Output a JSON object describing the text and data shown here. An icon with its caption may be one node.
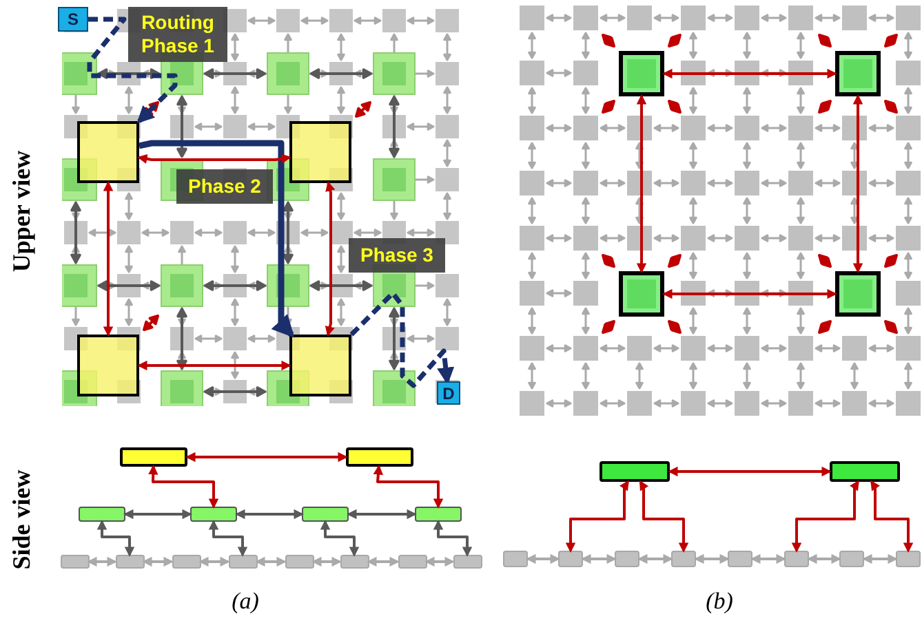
{
  "diagram": {
    "nodes": [
      {
        "text": [
          "S"
        ]
      },
      {
        "text": [
          "Routing Phase 1"
        ]
      },
      {
        "text": [
          "Phase 2"
        ]
      },
      {
        "text": [
          "Phase 3"
        ]
      },
      {
        "text": [
          "D"
        ]
      },
      {
        "text": [],
        "shape": "box"
      },
      {
        "text": [],
        "shape": "box"
      },
      {
        "text": [],
        "shape": "box"
      },
      {
        "text": [],
        "shape": "box"
      },
      {
        "text": [],
        "shape": "box"
      },
      {
        "text": [],
        "shape": "box"
      },
      {
        "text": [],
        "shape": "box"
      },
      {
        "text": [],
        "shape": "box"
      },
      {
        "text": [],
        "shape": "bar"
      },
      {
        "text": [],
        "shape": "bar"
      },
      {
        "text": [],
        "shape": "bar"
      },
      {
        "text": [],
        "shape": "bar"
      },
      {
        "text": [],
        "shape": "bar"
      },
      {
        "text": [],
        "shape": "bar"
      },
      {
        "text": [],
        "shape": "bar"
      },
      {
        "text": [],
        "shape": "bar"
      },
      {
        "text": [],
        "shape": "bar"
      },
      {
        "text": [],
        "shape": "bar"
      },
      {
        "text": [],
        "shape": "bar"
      },
      {
        "text": [],
        "shape": "bar"
      },
      {
        "text": [],
        "shape": "bar"
      },
      {
        "text": [],
        "shape": "bar"
      },
      {
        "text": [],
        "shape": "bar"
      },
      {
        "text": [],
        "shape": "bar"
      },
      {
        "text": [],
        "shape": "bar"
      },
      {
        "text": [],
        "shape": "bar"
      },
      {
        "text": [],
        "shape": "bar"
      },
      {
        "text": [],
        "shape": "bar"
      },
      {
        "text": [],
        "shape": "bar"
      },
      {
        "text": [],
        "shape": "bar"
      },
      {
        "text": [],
        "shape": "bar"
      },
      {
        "text": [],
        "shape": "bar"
      }
    ],
    "edges": [
      {
        "from": 0,
        "to": 5,
        "arrow": "to",
        "style": "dashed",
        "color": "#1a2f6b"
      },
      {
        "from": 5,
        "to": 8,
        "arrow": "to",
        "style": "thick",
        "color": "#1a2f6b"
      },
      {
        "from": 8,
        "to": 4,
        "arrow": "to",
        "style": "dashed",
        "color": "#1a2f6b"
      },
      {
        "from": 5,
        "to": 6,
        "arrow": "both"
      },
      {
        "from": 5,
        "to": 7,
        "arrow": "both"
      },
      {
        "from": 6,
        "to": 8,
        "arrow": "both"
      },
      {
        "from": 7,
        "to": 8,
        "arrow": "both"
      },
      {
        "from": 9,
        "to": 10,
        "arrow": "both"
      },
      {
        "from": 9,
        "to": 11,
        "arrow": "both"
      },
      {
        "from": 10,
        "to": 12,
        "arrow": "both"
      },
      {
        "from": 11,
        "to": 12,
        "arrow": "both"
      },
      {
        "from": 13,
        "to": 14,
        "arrow": "both"
      },
      {
        "from": 13,
        "to": 16,
        "arrow": "both"
      },
      {
        "from": 14,
        "to": 18,
        "arrow": "both"
      },
      {
        "from": 15,
        "to": 16,
        "arrow": "both",
        "color": "#595959"
      },
      {
        "from": 16,
        "to": 17,
        "arrow": "both",
        "color": "#595959"
      },
      {
        "from": 17,
        "to": 18,
        "arrow": "both",
        "color": "#595959"
      },
      {
        "from": 15,
        "to": 20,
        "arrow": "both",
        "color": "#595959"
      },
      {
        "from": 16,
        "to": 22,
        "arrow": "both",
        "color": "#595959"
      },
      {
        "from": 17,
        "to": 24,
        "arrow": "both",
        "color": "#595959"
      },
      {
        "from": 18,
        "to": 26,
        "arrow": "both",
        "color": "#595959"
      },
      {
        "from": 19,
        "to": 20,
        "arrow": "both",
        "color": "#aaaaaa"
      },
      {
        "from": 20,
        "to": 21,
        "arrow": "both",
        "color": "#aaaaaa"
      },
      {
        "from": 21,
        "to": 22,
        "arrow": "both",
        "color": "#aaaaaa"
      },
      {
        "from": 22,
        "to": 23,
        "arrow": "both",
        "color": "#aaaaaa"
      },
      {
        "from": 23,
        "to": 24,
        "arrow": "both",
        "color": "#aaaaaa"
      },
      {
        "from": 24,
        "to": 25,
        "arrow": "both",
        "color": "#aaaaaa"
      },
      {
        "from": 25,
        "to": 26,
        "arrow": "both",
        "color": "#aaaaaa"
      },
      {
        "from": 27,
        "to": 28,
        "arrow": "both"
      },
      {
        "from": 27,
        "to": 30,
        "arrow": "both"
      },
      {
        "from": 27,
        "to": 32,
        "arrow": "both"
      },
      {
        "from": 28,
        "to": 34,
        "arrow": "both"
      },
      {
        "from": 28,
        "to": 36,
        "arrow": "both"
      },
      {
        "from": 29,
        "to": 30,
        "arrow": "both",
        "color": "#aaaaaa"
      },
      {
        "from": 30,
        "to": 31,
        "arrow": "both",
        "color": "#aaaaaa"
      },
      {
        "from": 31,
        "to": 32,
        "arrow": "both",
        "color": "#aaaaaa"
      },
      {
        "from": 32,
        "to": 33,
        "arrow": "both",
        "color": "#aaaaaa"
      },
      {
        "from": 33,
        "to": 34,
        "arrow": "both",
        "color": "#aaaaaa"
      },
      {
        "from": 34,
        "to": 35,
        "arrow": "both",
        "color": "#aaaaaa"
      },
      {
        "from": 35,
        "to": 36,
        "arrow": "both",
        "color": "#aaaaaa"
      }
    ],
    "labels": [
      "Upper view",
      "Side view",
      "(a)",
      "(b)"
    ]
  }
}
